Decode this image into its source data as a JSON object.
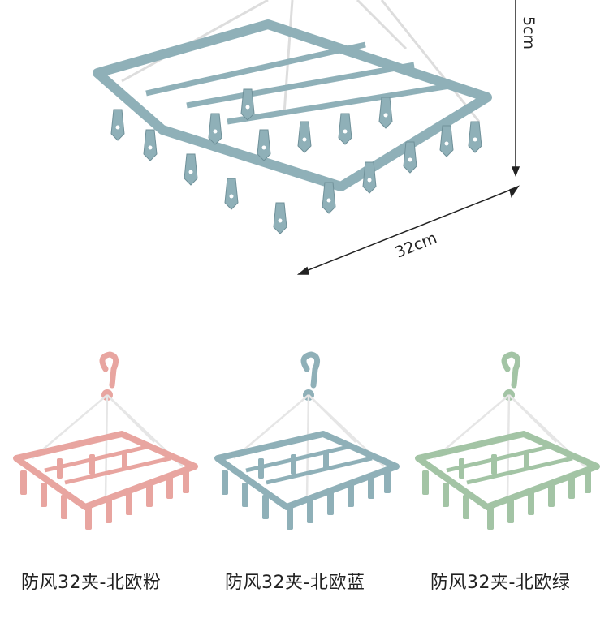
{
  "hero": {
    "height_label": "5cm",
    "width_label": "32cm",
    "color": "#8fb0b8"
  },
  "variants": [
    {
      "caption": "防风32夹-北欧粉",
      "color": "#e8a5a0",
      "icon": "pink-clothes-hanger"
    },
    {
      "caption": "防风32夹-北欧蓝",
      "color": "#8fb0b8",
      "icon": "blue-clothes-hanger"
    },
    {
      "caption": "防风32夹-北欧绿",
      "color": "#a3c4a5",
      "icon": "green-clothes-hanger"
    }
  ]
}
